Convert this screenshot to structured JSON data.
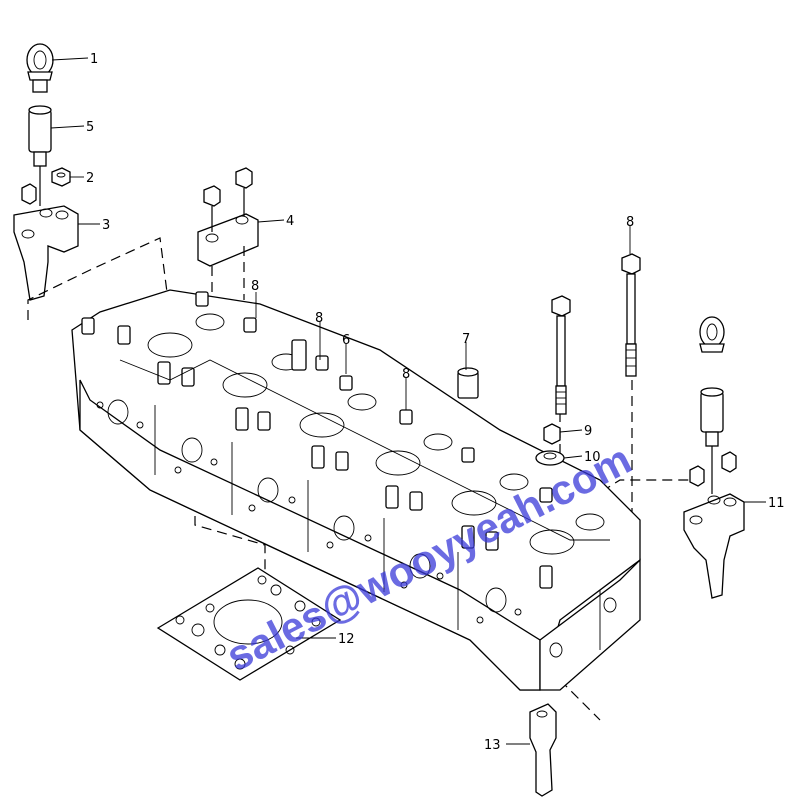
{
  "callouts": [
    {
      "id": "c1",
      "label": "1"
    },
    {
      "id": "c5",
      "label": "5"
    },
    {
      "id": "c2",
      "label": "2"
    },
    {
      "id": "c3",
      "label": "3"
    },
    {
      "id": "c4",
      "label": "4"
    },
    {
      "id": "c8a",
      "label": "8"
    },
    {
      "id": "c8b",
      "label": "8"
    },
    {
      "id": "c6",
      "label": "6"
    },
    {
      "id": "c8c",
      "label": "8"
    },
    {
      "id": "c7",
      "label": "7"
    },
    {
      "id": "c8d",
      "label": "8"
    },
    {
      "id": "c9",
      "label": "9"
    },
    {
      "id": "c10",
      "label": "10"
    },
    {
      "id": "c11",
      "label": "11"
    },
    {
      "id": "c12",
      "label": "12"
    },
    {
      "id": "c13",
      "label": "13"
    }
  ],
  "watermark": "sales@wooyyeah.com"
}
